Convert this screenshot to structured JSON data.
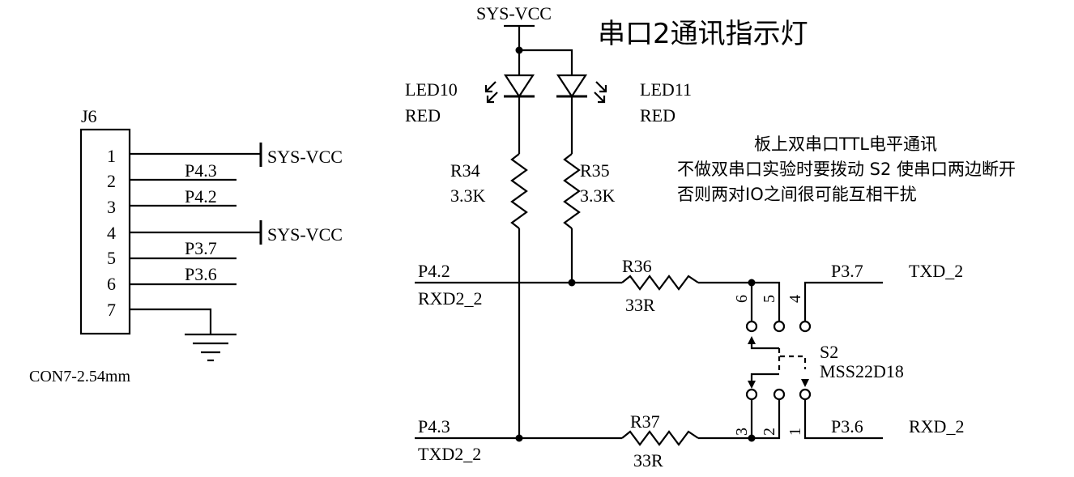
{
  "title": "串口2通讯指示灯",
  "notes": [
    "板上双串口TTL电平通讯",
    "不做双串口实验时要拨动 S2 使串口两边断开",
    "否则两对IO之间很可能互相干扰"
  ],
  "connector": {
    "ref": "J6",
    "footprint": "CON7-2.54mm",
    "pins": [
      "1",
      "2",
      "3",
      "4",
      "5",
      "6",
      "7"
    ],
    "nets": [
      "SYS-VCC",
      "P4.3",
      "P4.2",
      "SYS-VCC",
      "P3.7",
      "P3.6"
    ]
  },
  "supply_top": "SYS-VCC",
  "leds": [
    {
      "ref": "LED10",
      "value": "RED"
    },
    {
      "ref": "LED11",
      "value": "RED"
    }
  ],
  "resistors": [
    {
      "ref": "R34",
      "value": "3.3K"
    },
    {
      "ref": "R35",
      "value": "3.3K"
    },
    {
      "ref": "R36",
      "value": "33R"
    },
    {
      "ref": "R37",
      "value": "33R"
    }
  ],
  "nets": {
    "rx_left_pin": "P4.2",
    "rx_left_name": "RXD2_2",
    "tx_left_pin": "P4.3",
    "tx_left_name": "TXD2_2",
    "tx_right_pin": "P3.7",
    "tx_right_name": "TXD_2",
    "rx_right_pin": "P3.6",
    "rx_right_name": "RXD_2"
  },
  "switch": {
    "ref": "S2",
    "part": "MSS22D18",
    "pins_top": [
      "6",
      "5",
      "4"
    ],
    "pins_bottom": [
      "3",
      "2",
      "1"
    ]
  }
}
